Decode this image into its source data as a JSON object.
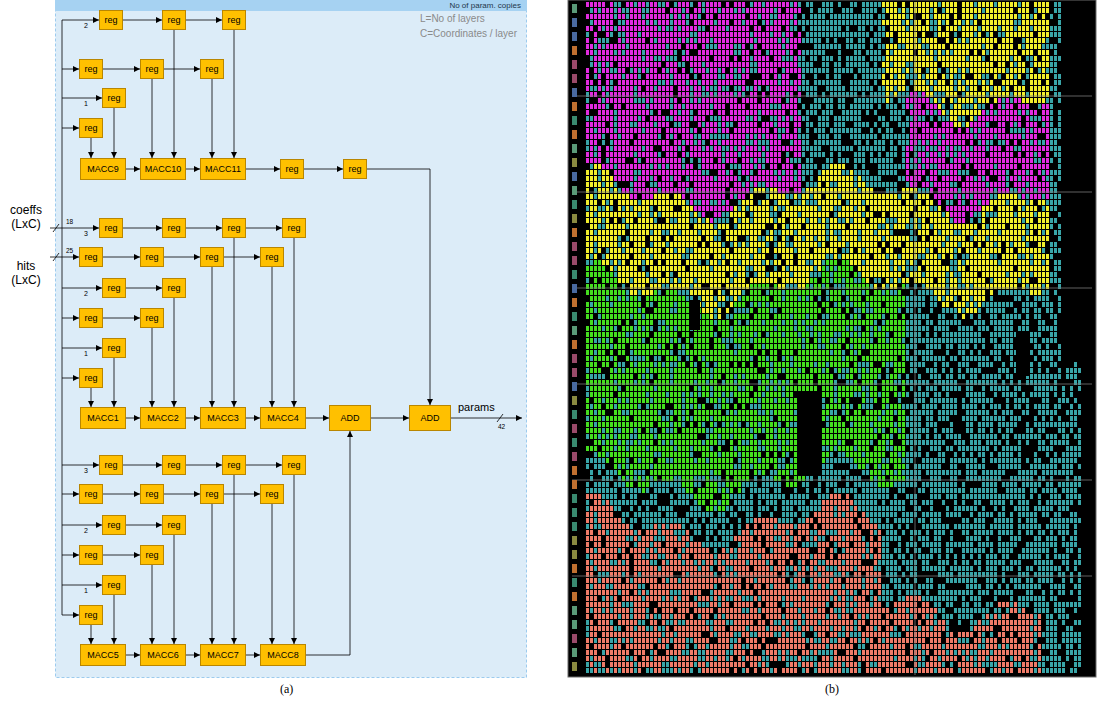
{
  "diagram": {
    "nodes": [
      {
        "text": [
          "No of param. copies"
        ]
      },
      {
        "text": [
          "reg"
        ],
        "in": 0
      },
      {
        "text": [
          "reg"
        ],
        "in": 0
      },
      {
        "text": [
          "reg"
        ],
        "in": 0
      },
      {
        "text": [
          "reg"
        ],
        "in": 0
      },
      {
        "text": [
          "reg"
        ],
        "in": 0
      },
      {
        "text": [
          "reg"
        ],
        "in": 0
      },
      {
        "text": [
          "reg"
        ],
        "in": 0
      },
      {
        "text": [
          "reg"
        ],
        "in": 0
      },
      {
        "text": [
          "MACC9"
        ],
        "in": 0
      },
      {
        "text": [
          "MACC10"
        ],
        "in": 0
      },
      {
        "text": [
          "MACC11"
        ],
        "in": 0
      },
      {
        "text": [
          "reg"
        ],
        "in": 0
      },
      {
        "text": [
          "reg"
        ],
        "in": 0
      },
      {
        "text": [
          "reg"
        ],
        "in": 0
      },
      {
        "text": [
          "reg"
        ],
        "in": 0
      },
      {
        "text": [
          "reg"
        ],
        "in": 0
      },
      {
        "text": [
          "reg"
        ],
        "in": 0
      },
      {
        "text": [
          "reg"
        ],
        "in": 0
      },
      {
        "text": [
          "reg"
        ],
        "in": 0
      },
      {
        "text": [
          "reg"
        ],
        "in": 0
      },
      {
        "text": [
          "reg"
        ],
        "in": 0
      },
      {
        "text": [
          "reg"
        ],
        "in": 0
      },
      {
        "text": [
          "reg"
        ],
        "in": 0
      },
      {
        "text": [
          "reg"
        ],
        "in": 0
      },
      {
        "text": [
          "reg"
        ],
        "in": 0
      },
      {
        "text": [
          "reg"
        ],
        "in": 0
      },
      {
        "text": [
          "reg"
        ],
        "in": 0
      },
      {
        "text": [
          "MACC1"
        ],
        "in": 0
      },
      {
        "text": [
          "MACC2"
        ],
        "in": 0
      },
      {
        "text": [
          "MACC3"
        ],
        "in": 0
      },
      {
        "text": [
          "MACC4"
        ],
        "in": 0
      },
      {
        "text": [
          "ADD"
        ],
        "in": 0
      },
      {
        "text": [
          "ADD"
        ],
        "in": 0
      },
      {
        "text": [
          "reg"
        ],
        "in": 0
      },
      {
        "text": [
          "reg"
        ],
        "in": 0
      },
      {
        "text": [
          "reg"
        ],
        "in": 0
      },
      {
        "text": [
          "reg"
        ],
        "in": 0
      },
      {
        "text": [
          "reg"
        ],
        "in": 0
      },
      {
        "text": [
          "reg"
        ],
        "in": 0
      },
      {
        "text": [
          "reg"
        ],
        "in": 0
      },
      {
        "text": [
          "reg"
        ],
        "in": 0
      },
      {
        "text": [
          "reg"
        ],
        "in": 0
      },
      {
        "text": [
          "reg"
        ],
        "in": 0
      },
      {
        "text": [
          "reg"
        ],
        "in": 0
      },
      {
        "text": [
          "reg"
        ],
        "in": 0
      },
      {
        "text": [
          "reg"
        ],
        "in": 0
      },
      {
        "text": [
          "reg"
        ],
        "in": 0
      },
      {
        "text": [
          "MACC5"
        ],
        "in": 0
      },
      {
        "text": [
          "MACC6"
        ],
        "in": 0
      },
      {
        "text": [
          "MACC7"
        ],
        "in": 0
      },
      {
        "text": [
          "MACC8"
        ],
        "in": 0
      }
    ],
    "edges": [
      {
        "from": 1,
        "to": 2,
        "arrow": "to"
      },
      {
        "from": 2,
        "to": 3,
        "arrow": "to"
      },
      {
        "from": 4,
        "to": 5,
        "arrow": "to"
      },
      {
        "from": 5,
        "to": 6,
        "arrow": "to"
      },
      {
        "from": 2,
        "to": 10,
        "arrow": "to"
      },
      {
        "from": 3,
        "to": 11,
        "arrow": "to"
      },
      {
        "from": 5,
        "to": 10,
        "arrow": "to"
      },
      {
        "from": 6,
        "to": 11,
        "arrow": "to"
      },
      {
        "from": 7,
        "to": 9,
        "arrow": "to"
      },
      {
        "from": 8,
        "to": 9,
        "arrow": "to"
      },
      {
        "from": 9,
        "to": 10,
        "arrow": "to"
      },
      {
        "from": 10,
        "to": 11,
        "arrow": "to"
      },
      {
        "from": 11,
        "to": 12,
        "arrow": "to"
      },
      {
        "from": 12,
        "to": 13,
        "arrow": "to"
      },
      {
        "from": 13,
        "to": 33,
        "arrow": "to"
      },
      {
        "from": 14,
        "to": 15,
        "arrow": "to"
      },
      {
        "from": 15,
        "to": 16,
        "arrow": "to"
      },
      {
        "from": 16,
        "to": 17,
        "arrow": "to"
      },
      {
        "from": 18,
        "to": 19,
        "arrow": "to"
      },
      {
        "from": 19,
        "to": 20,
        "arrow": "to"
      },
      {
        "from": 20,
        "to": 21,
        "arrow": "to"
      },
      {
        "from": 16,
        "to": 30,
        "arrow": "to"
      },
      {
        "from": 17,
        "to": 31,
        "arrow": "to"
      },
      {
        "from": 20,
        "to": 30,
        "arrow": "to"
      },
      {
        "from": 21,
        "to": 31,
        "arrow": "to"
      },
      {
        "from": 22,
        "to": 23,
        "arrow": "to"
      },
      {
        "from": 23,
        "to": 29,
        "arrow": "to"
      },
      {
        "from": 24,
        "to": 25,
        "arrow": "to"
      },
      {
        "from": 25,
        "to": 29,
        "arrow": "to"
      },
      {
        "from": 26,
        "to": 28,
        "arrow": "to"
      },
      {
        "from": 27,
        "to": 28,
        "arrow": "to"
      },
      {
        "from": 28,
        "to": 29,
        "arrow": "to"
      },
      {
        "from": 29,
        "to": 30,
        "arrow": "to"
      },
      {
        "from": 30,
        "to": 31,
        "arrow": "to"
      },
      {
        "from": 31,
        "to": 32,
        "arrow": "to"
      },
      {
        "from": 32,
        "to": 33,
        "arrow": "to"
      },
      {
        "from": 34,
        "to": 35,
        "arrow": "to"
      },
      {
        "from": 35,
        "to": 36,
        "arrow": "to"
      },
      {
        "from": 36,
        "to": 37,
        "arrow": "to"
      },
      {
        "from": 38,
        "to": 39,
        "arrow": "to"
      },
      {
        "from": 39,
        "to": 40,
        "arrow": "to"
      },
      {
        "from": 40,
        "to": 41,
        "arrow": "to"
      },
      {
        "from": 36,
        "to": 50,
        "arrow": "to"
      },
      {
        "from": 37,
        "to": 51,
        "arrow": "to"
      },
      {
        "from": 40,
        "to": 50,
        "arrow": "to"
      },
      {
        "from": 41,
        "to": 51,
        "arrow": "to"
      },
      {
        "from": 42,
        "to": 43,
        "arrow": "to"
      },
      {
        "from": 43,
        "to": 49,
        "arrow": "to"
      },
      {
        "from": 44,
        "to": 45,
        "arrow": "to"
      },
      {
        "from": 45,
        "to": 49,
        "arrow": "to"
      },
      {
        "from": 46,
        "to": 48,
        "arrow": "to"
      },
      {
        "from": 47,
        "to": 48,
        "arrow": "to"
      },
      {
        "from": 48,
        "to": 49,
        "arrow": "to"
      },
      {
        "from": 49,
        "to": 50,
        "arrow": "to"
      },
      {
        "from": 50,
        "to": 51,
        "arrow": "to"
      },
      {
        "from": 51,
        "to": 32,
        "arrow": "to"
      }
    ],
    "labels": [
      "L=No of layers",
      "C=Coordinates / layer",
      "coeffs (LxC)",
      "18",
      "hits (LxC)",
      "25",
      "2",
      "1",
      "3",
      "2",
      "1",
      "3",
      "2",
      "1",
      "params",
      "42",
      "(a)",
      "(b)"
    ]
  }
}
